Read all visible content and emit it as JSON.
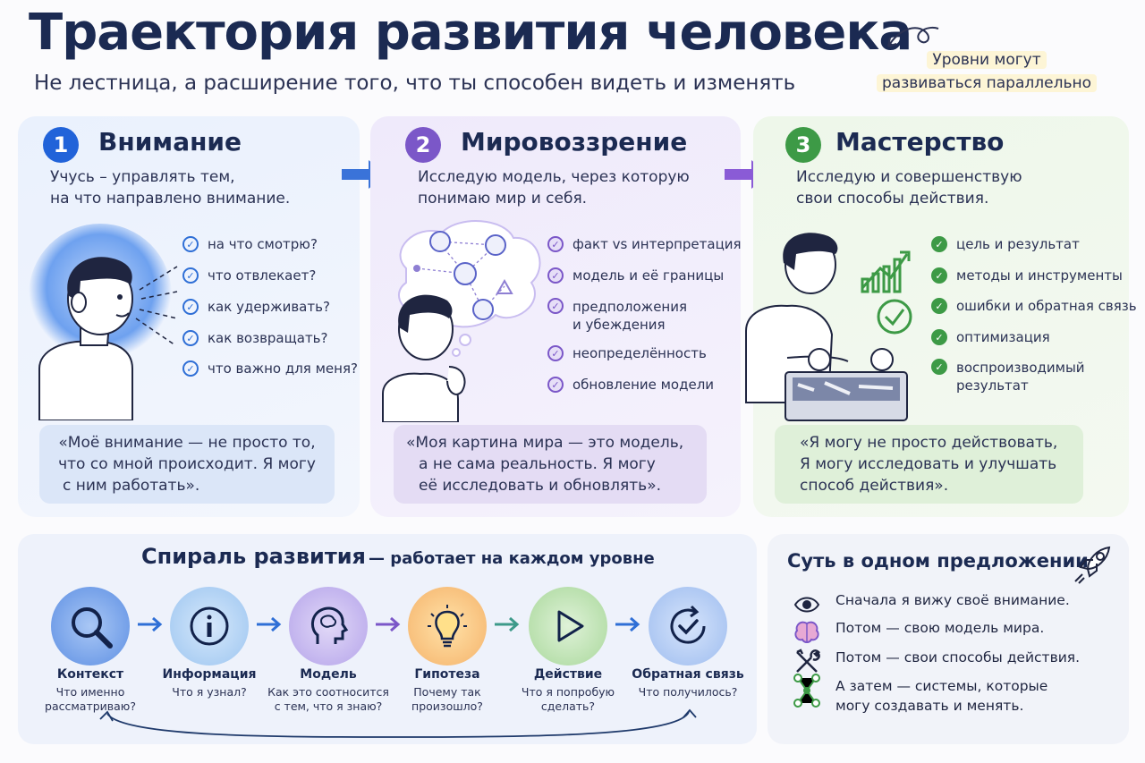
{
  "header": {
    "title": "Траектория развития человека",
    "subtitle": "Не лестница, а расширение того, что ты способен видеть и изменять",
    "note_line1": "Уровни могут",
    "note_line2": "развиваться параллельно"
  },
  "levels": [
    {
      "number": "1",
      "title": "Внимание",
      "desc_line1": "Учусь – управлять тем,",
      "desc_line2": "на что направлено внимание.",
      "checklist": [
        "на что смотрю?",
        "что отвлекает?",
        "как удерживать?",
        "как возвращать?",
        "что важно для меня?"
      ],
      "quote_lines": [
        "«Моё внимание — не просто то,",
        "что со мной происходит. Я могу",
        "с ним работать»."
      ],
      "color": "#2163d9"
    },
    {
      "number": "2",
      "title": "Мировоззрение",
      "desc_line1": "Исследую модель, через которую",
      "desc_line2": "понимаю мир и себя.",
      "checklist": [
        "факт vs интерпретация",
        "модель и её границы",
        "предположения",
        "и убеждения",
        "неопределённость",
        "обновление модели"
      ],
      "quote_lines": [
        "«Моя картина мира — это модель,",
        "а не сама реальность. Я могу",
        "её исследовать и обновлять»."
      ],
      "color": "#7b57c8"
    },
    {
      "number": "3",
      "title": "Мастерство",
      "desc_line1": "Исследую и совершенствую",
      "desc_line2": "свои способы действия.",
      "checklist": [
        "цель и результат",
        "методы и инструменты",
        "ошибки и обратная связь",
        "оптимизация",
        "воспроизводимый",
        "результат"
      ],
      "quote_lines": [
        "«Я могу не просто действовать,",
        "Я могу исследовать и улучшать",
        "способ действия»."
      ],
      "color": "#3d9a46"
    }
  ],
  "spiral": {
    "title": "Спираль развития",
    "subtitle": "— работает на каждом уровне",
    "steps": [
      {
        "label": "Контекст",
        "sub1": "Что именно",
        "sub2": "рассматриваю?",
        "icon": "magnifier-icon"
      },
      {
        "label": "Информация",
        "sub1": "Что я узнал?",
        "sub2": "",
        "icon": "info-icon"
      },
      {
        "label": "Модель",
        "sub1": "Как это соотносится",
        "sub2": "с тем, что я знаю?",
        "icon": "head-brain-icon"
      },
      {
        "label": "Гипотеза",
        "sub1": "Почему так",
        "sub2": "произошло?",
        "icon": "lightbulb-icon"
      },
      {
        "label": "Действие",
        "sub1": "Что я попробую",
        "sub2": "сделать?",
        "icon": "play-icon"
      },
      {
        "label": "Обратная связь",
        "sub1": "Что получилось?",
        "sub2": "",
        "icon": "cycle-check-icon"
      }
    ]
  },
  "summary": {
    "title": "Суть в одном предложении",
    "rows": [
      {
        "line1": "Сначала я вижу своё внимание.",
        "line2": "",
        "icon": "eye-icon"
      },
      {
        "line1": "Потом — свою модель мира.",
        "line2": "",
        "icon": "brain-icon"
      },
      {
        "line1": "Потом — свои способы действия.",
        "line2": "",
        "icon": "tools-icon"
      },
      {
        "line1": "А затем — системы, которые",
        "line2": "могу создавать и менять.",
        "icon": "network-icon"
      }
    ]
  }
}
